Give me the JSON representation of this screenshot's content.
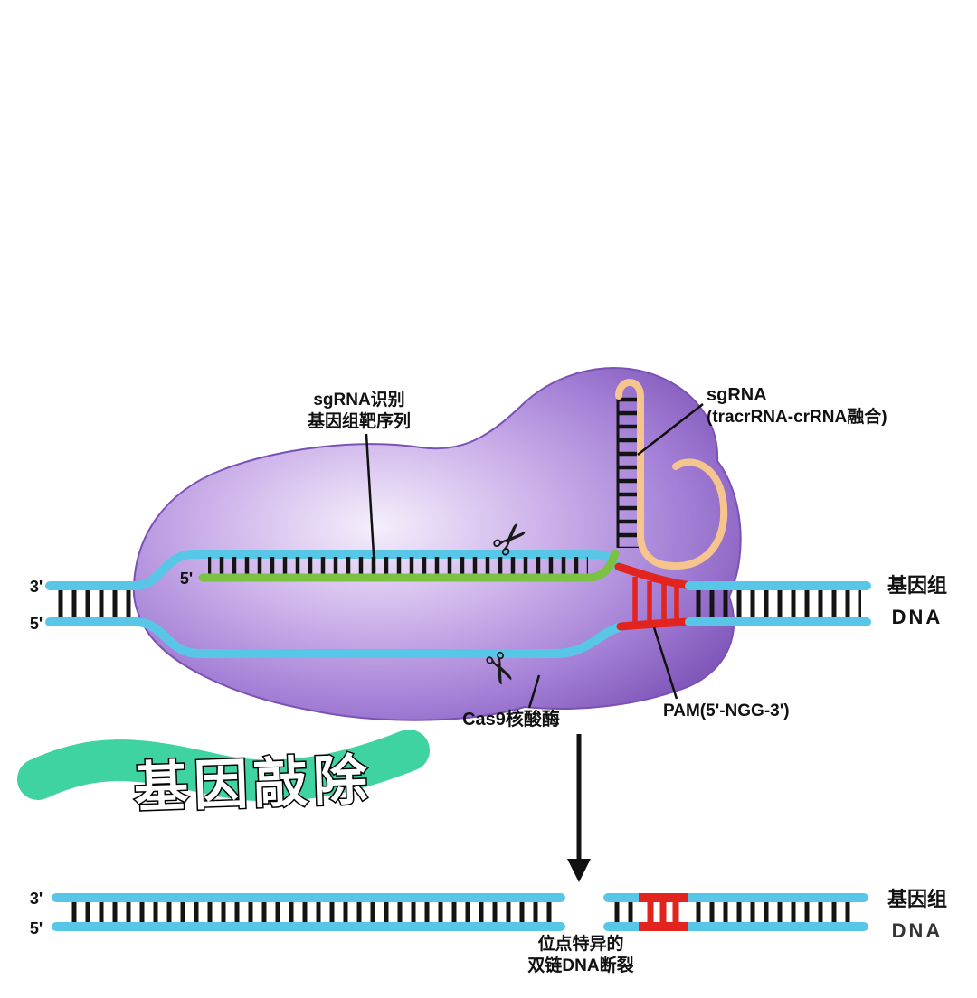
{
  "icons": {
    "scissors": "✂"
  },
  "colors": {
    "dna_strand": "#58c7e7",
    "sgrna_spacer_green": "#7cc242",
    "tracrrna_orange": "#f6c48d",
    "pam_red": "#e3231e",
    "cas9_protein": "#9a6fd0",
    "banner_brush": "#3fd3a2",
    "rung_black": "#141414"
  },
  "top_diagram": {
    "label_sgrna_target": {
      "line1": "sgRNA识别",
      "line2": "基因组靶序列"
    },
    "label_sgrna": {
      "line1": "sgRNA",
      "line2": "(tracrRNA-crRNA融合)"
    },
    "label_cas9": "Cas9核酸酶",
    "label_pam": "PAM(5'-NGG-3')",
    "label_genome": {
      "line1": "基因组",
      "line2": "DNA"
    },
    "left_end_top": "3'",
    "left_end_bottom": "5'",
    "sgrna_end": "5'"
  },
  "banner": {
    "text": "基因敲除"
  },
  "bottom_diagram": {
    "left_end_top": "3'",
    "left_end_bottom": "5'",
    "label_genome": {
      "line1": "基因组",
      "line2": "DNA"
    },
    "label_break": {
      "line1": "位点特异的",
      "line2": "双链DNA断裂"
    }
  }
}
